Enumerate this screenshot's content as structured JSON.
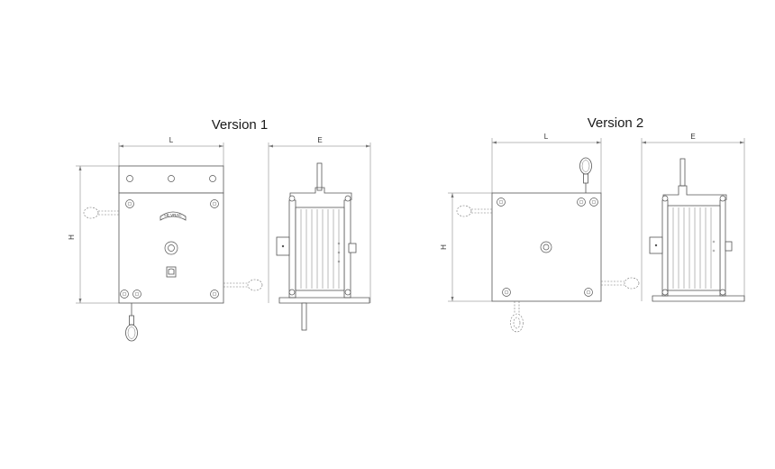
{
  "titles": {
    "version1": "Version 1",
    "version2": "Version 2"
  },
  "dimensions": {
    "length": "L",
    "height": "H",
    "depth": "E"
  },
  "plate_logo": "LE VRAC",
  "colors": {
    "line": "#555555",
    "background": "#ffffff"
  }
}
